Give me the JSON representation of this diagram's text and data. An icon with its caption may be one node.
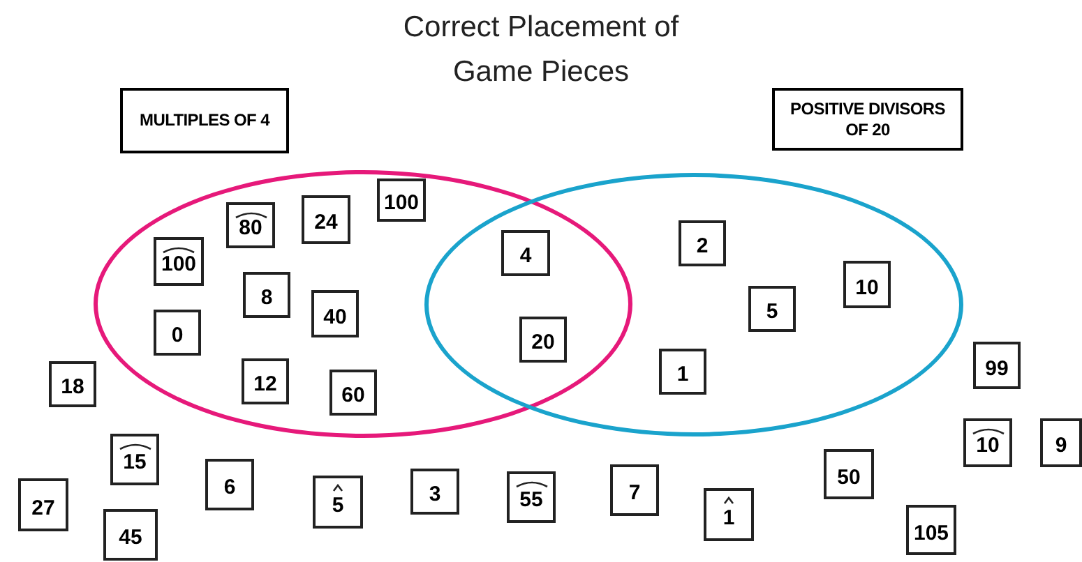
{
  "diagram": {
    "title": "Correct Placement of Game Pieces",
    "nodes": [
      {
        "text": [
          "MULTIPLES OF 4"
        ]
      },
      {
        "text": [
          "POSITIVE DIVISORS OF 20"
        ]
      },
      {
        "text": [],
        "shape": "circle"
      },
      {
        "text": [],
        "shape": "circle"
      },
      {
        "text": [
          "100"
        ],
        "in": 2
      },
      {
        "text": [
          "80"
        ],
        "in": 2
      },
      {
        "text": [
          "24"
        ],
        "in": 2
      },
      {
        "text": [
          "100"
        ],
        "in": 2
      },
      {
        "text": [
          "8"
        ],
        "in": 2
      },
      {
        "text": [
          "40"
        ],
        "in": 2
      },
      {
        "text": [
          "0"
        ],
        "in": 2
      },
      {
        "text": [
          "12"
        ],
        "in": 2
      },
      {
        "text": [
          "60"
        ],
        "in": 2
      },
      {
        "text": [
          "4"
        ]
      },
      {
        "text": [
          "20"
        ]
      },
      {
        "text": [
          "2"
        ],
        "in": 3
      },
      {
        "text": [
          "10"
        ],
        "in": 3
      },
      {
        "text": [
          "5"
        ],
        "in": 3
      },
      {
        "text": [
          "1"
        ],
        "in": 3
      },
      {
        "text": [
          "99"
        ]
      },
      {
        "text": [
          "18"
        ]
      },
      {
        "text": [
          "10"
        ]
      },
      {
        "text": [
          "9"
        ]
      },
      {
        "text": [
          "15"
        ]
      },
      {
        "text": [
          "50"
        ]
      },
      {
        "text": [
          "6"
        ]
      },
      {
        "text": [
          "3"
        ]
      },
      {
        "text": [
          "7"
        ]
      },
      {
        "text": [
          "27"
        ]
      },
      {
        "text": [
          "5"
        ]
      },
      {
        "text": [
          "55"
        ]
      },
      {
        "text": [
          "1"
        ]
      },
      {
        "text": [
          "45"
        ]
      },
      {
        "text": [
          "105"
        ]
      }
    ],
    "edges": []
  }
}
